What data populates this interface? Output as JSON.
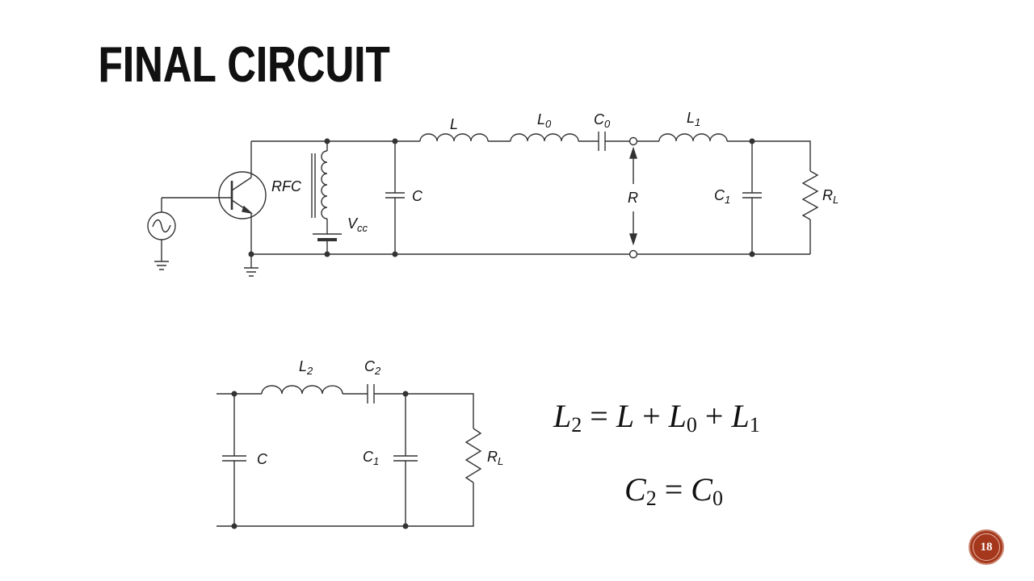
{
  "slide": {
    "title": "FINAL CIRCUIT",
    "page_number": "18",
    "accent_color": "#a5371c"
  },
  "circuit_top": {
    "labels": {
      "L": "L",
      "L0": "L",
      "L0_sub": "0",
      "C0": "C",
      "C0_sub": "0",
      "L1": "L",
      "L1_sub": "1",
      "RFC": "RFC",
      "C": "C",
      "Vcc": "V",
      "Vcc_sub": "cc",
      "R": "R",
      "C1": "C",
      "C1_sub": "1",
      "RL": "R",
      "RL_sub": "L"
    }
  },
  "circuit_bottom": {
    "labels": {
      "L2": "L",
      "L2_sub": "2",
      "C2": "C",
      "C2_sub": "2",
      "C": "C",
      "C1": "C",
      "C1_sub": "1",
      "RL": "R",
      "RL_sub": "L"
    }
  },
  "equations": {
    "eq1": {
      "lhs": "L",
      "lhs_sub": "2",
      "t1": "L",
      "t2": "L",
      "t2_sub": "0",
      "t3": "L",
      "t3_sub": "1",
      "equals": "=",
      "plus": "+"
    },
    "eq2": {
      "lhs": "C",
      "lhs_sub": "2",
      "rhs": "C",
      "rhs_sub": "0",
      "equals": "="
    }
  }
}
